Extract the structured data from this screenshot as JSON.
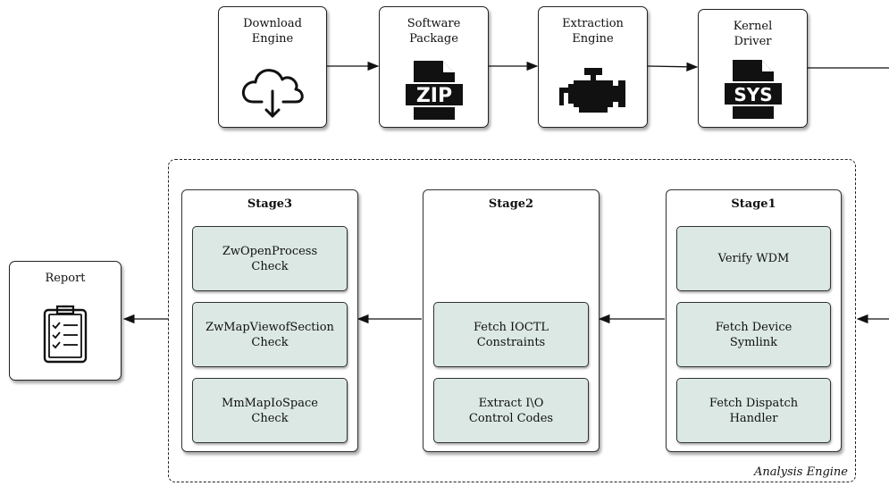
{
  "top_row": [
    {
      "label": "Download\nEngine",
      "icon": "cloud-download-icon"
    },
    {
      "label": "Software\nPackage",
      "icon": "zip-file-icon",
      "badge": "ZIP"
    },
    {
      "label": "Extraction\nEngine",
      "icon": "engine-icon"
    },
    {
      "label": "Kernel\nDriver",
      "icon": "sys-file-icon",
      "badge": "SYS"
    }
  ],
  "analysis_engine": {
    "label": "Analysis Engine",
    "stages": [
      {
        "title": "Stage1",
        "steps": [
          "Verify WDM",
          "Fetch Device\nSymlink",
          "Fetch Dispatch\nHandler"
        ]
      },
      {
        "title": "Stage2",
        "steps": [
          "Fetch IOCTL\nConstraints",
          "Extract I\\O\nControl Codes"
        ]
      },
      {
        "title": "Stage3",
        "steps": [
          "ZwOpenProcess\nCheck",
          "ZwMapViewofSection\nCheck",
          "MmMapIoSpace\nCheck"
        ]
      }
    ]
  },
  "report": {
    "label": "Report",
    "icon": "clipboard-checklist-icon"
  }
}
